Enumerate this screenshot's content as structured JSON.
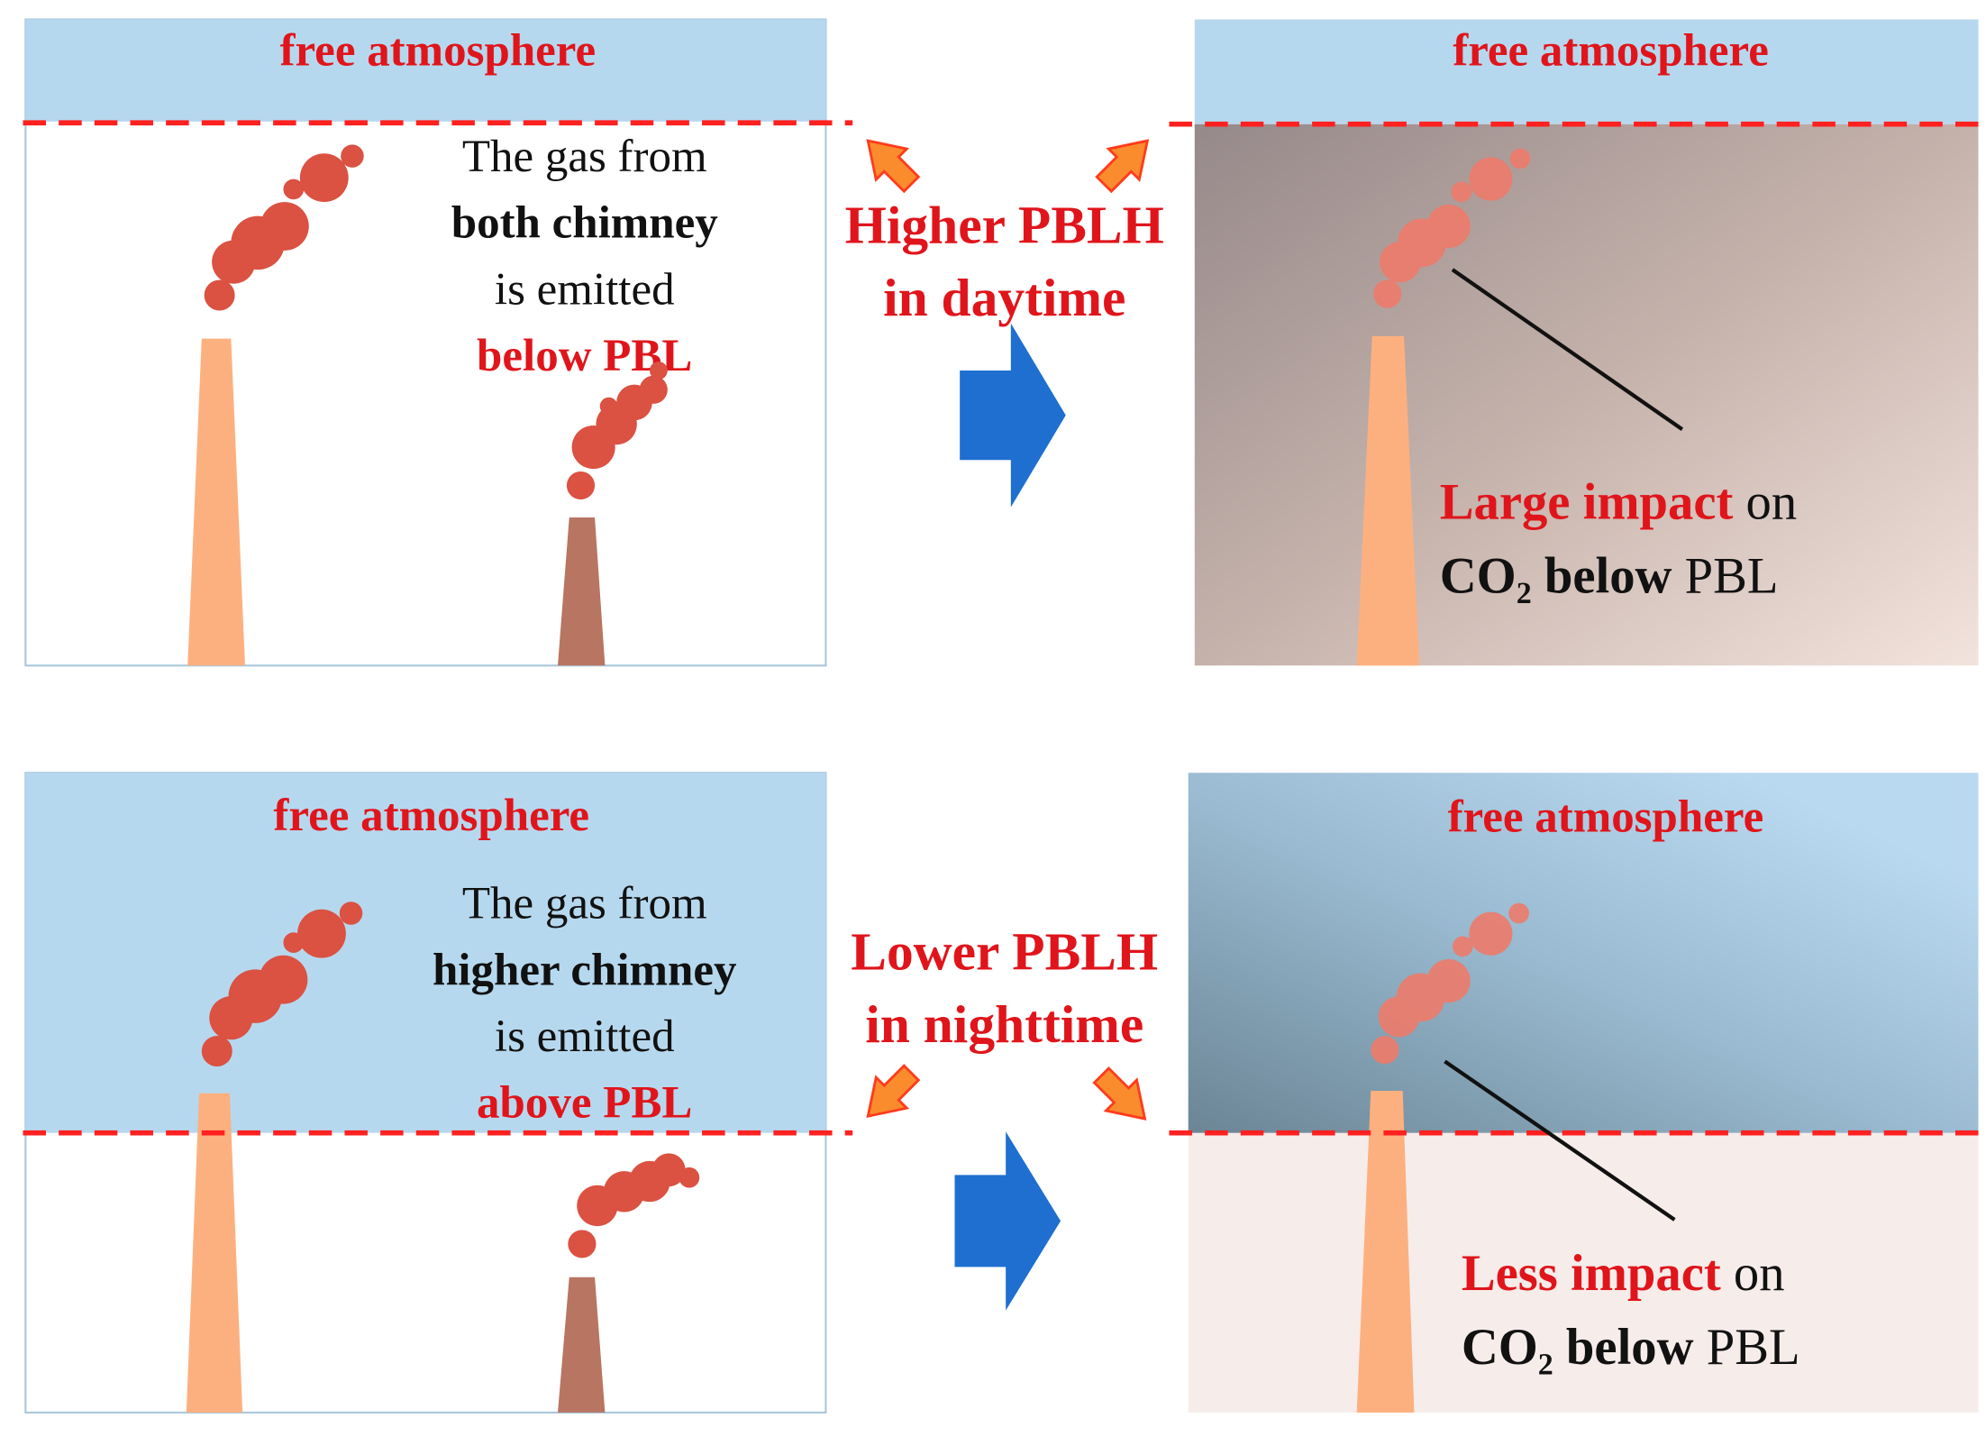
{
  "panels": {
    "top_left": {
      "band_label": "free atmosphere",
      "text_lines": [
        {
          "parts": [
            {
              "text": "The gas from",
              "style": "normal"
            }
          ]
        },
        {
          "parts": [
            {
              "text": "both chimney",
              "style": "bold"
            }
          ]
        },
        {
          "parts": [
            {
              "text": "is emitted",
              "style": "normal"
            }
          ]
        },
        {
          "parts": [
            {
              "text": "below PBL",
              "style": "red-bold"
            }
          ]
        }
      ]
    },
    "top_right": {
      "band_label": "free atmosphere",
      "impact_lines": [
        {
          "parts": [
            {
              "text": "Large impact",
              "style": "red-bold"
            },
            {
              "text": " on",
              "style": "normal"
            }
          ]
        },
        {
          "parts": [
            {
              "text": "CO₂ below",
              "style": "bold"
            },
            {
              "text": " PBL",
              "style": "normal"
            }
          ]
        }
      ]
    },
    "bottom_left": {
      "band_label": "free atmosphere",
      "text_lines": [
        {
          "parts": [
            {
              "text": "The gas from",
              "style": "normal"
            }
          ]
        },
        {
          "parts": [
            {
              "text": "higher chimney",
              "style": "bold"
            }
          ]
        },
        {
          "parts": [
            {
              "text": "is emitted",
              "style": "normal"
            }
          ]
        },
        {
          "parts": [
            {
              "text": "above PBL",
              "style": "red-bold"
            }
          ]
        }
      ]
    },
    "bottom_right": {
      "band_label": "free atmosphere",
      "impact_lines": [
        {
          "parts": [
            {
              "text": "Less impact",
              "style": "red-bold"
            },
            {
              "text": " on",
              "style": "normal"
            }
          ]
        },
        {
          "parts": [
            {
              "text": "CO₂ below",
              "style": "bold"
            },
            {
              "text": " PBL",
              "style": "normal"
            }
          ]
        }
      ]
    }
  },
  "transitions": {
    "day": {
      "line1": "Higher PBLH",
      "line2": "in daytime"
    },
    "night": {
      "line1": "Lower PBLH",
      "line2": "in nighttime"
    }
  },
  "colors": {
    "sky_band": "#b6d8ee",
    "pbl_dashed_line": "#ff2020",
    "label_red": "#e0151b",
    "plume_red": "#db5142",
    "plume_faded": "#ee7b6b",
    "tall_chimney": "#fdb07f",
    "short_chimney": "#b87561",
    "transition_arrow_blue": "#1e6fd0",
    "small_arrow_orange": "#fb8c2d",
    "small_arrow_outline": "#ff3b1c"
  },
  "icons": {
    "transition_arrow": "right-arrow-icon",
    "pbl_arrow": "diagonal-arrow-icon"
  }
}
